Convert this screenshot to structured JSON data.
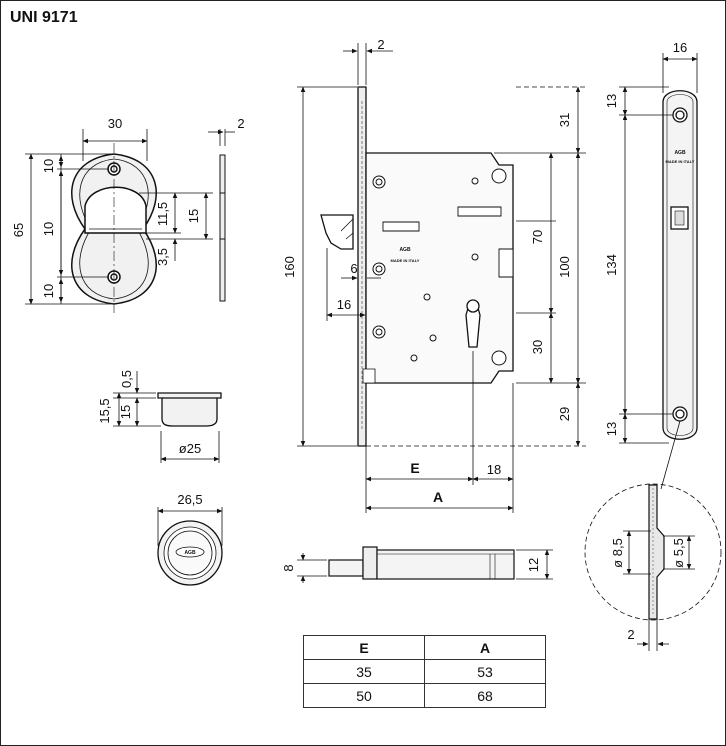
{
  "title": "UNI 9171",
  "strike_plate": {
    "width": "30",
    "height": "65",
    "seg_top": "10",
    "seg_mid": "10",
    "seg_bot": "10",
    "slot_h": "11,5",
    "slot_total": "15",
    "slot_off": "3,5",
    "thickness": "2"
  },
  "cup": {
    "height_outer": "15,5",
    "height_inner": "15",
    "rim": "0,5",
    "diameter": "ø25"
  },
  "rosette": {
    "diameter": "26,5",
    "logo": "AGB"
  },
  "lock_body": {
    "face_thickness": "2",
    "height": "160",
    "latch_proj": "6",
    "backset_offset": "16",
    "top_gap": "31",
    "latch_to_key": "70",
    "body_height": "100",
    "key_offset": "30",
    "bottom_gap": "29",
    "E_label": "E",
    "right_margin": "18",
    "A_label": "A",
    "logo": "AGB",
    "made_in": "MADE IN ITALY"
  },
  "faceplate": {
    "width": "16",
    "screw_top": "13",
    "screw_span": "134",
    "screw_bot": "13",
    "logo": "AGB",
    "made_in": "MADE IN ITALY"
  },
  "detail": {
    "outer_diam": "ø 8,5",
    "inner_diam": "ø 5,5",
    "thickness": "2"
  },
  "spindle": {
    "square": "8",
    "diameter": "12"
  },
  "table": {
    "headers": [
      "E",
      "A"
    ],
    "rows": [
      [
        "35",
        "53"
      ],
      [
        "50",
        "68"
      ]
    ]
  }
}
